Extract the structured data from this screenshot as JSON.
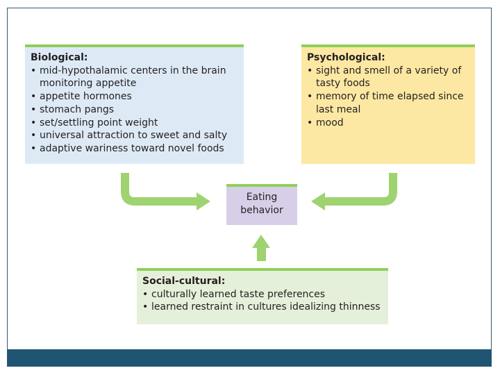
{
  "biological": {
    "heading": "Biological:",
    "items": [
      "mid-hypothalamic centers in the brain monitoring appetite",
      "appetite hormones",
      "stomach pangs",
      "set/settling point weight",
      "universal attraction to sweet and salty",
      "adaptive wariness toward novel foods"
    ]
  },
  "psychological": {
    "heading": "Psychological:",
    "items": [
      "sight and smell of a variety of tasty foods",
      "memory of time elapsed since last meal",
      "mood"
    ]
  },
  "social_cultural": {
    "heading": "Social-cultural:",
    "items": [
      "culturally learned taste preferences",
      "learned restraint in cultures idealizing thinness"
    ]
  },
  "center": {
    "line1": "Eating",
    "line2": "behavior"
  },
  "colors": {
    "biological_bg": "#ddeaf6",
    "psychological_bg": "#fde8a3",
    "social_bg": "#e5f0da",
    "center_bg": "#d7cfe7",
    "accent_green": "#8fcf5a",
    "footer_bar": "#1f5573"
  }
}
